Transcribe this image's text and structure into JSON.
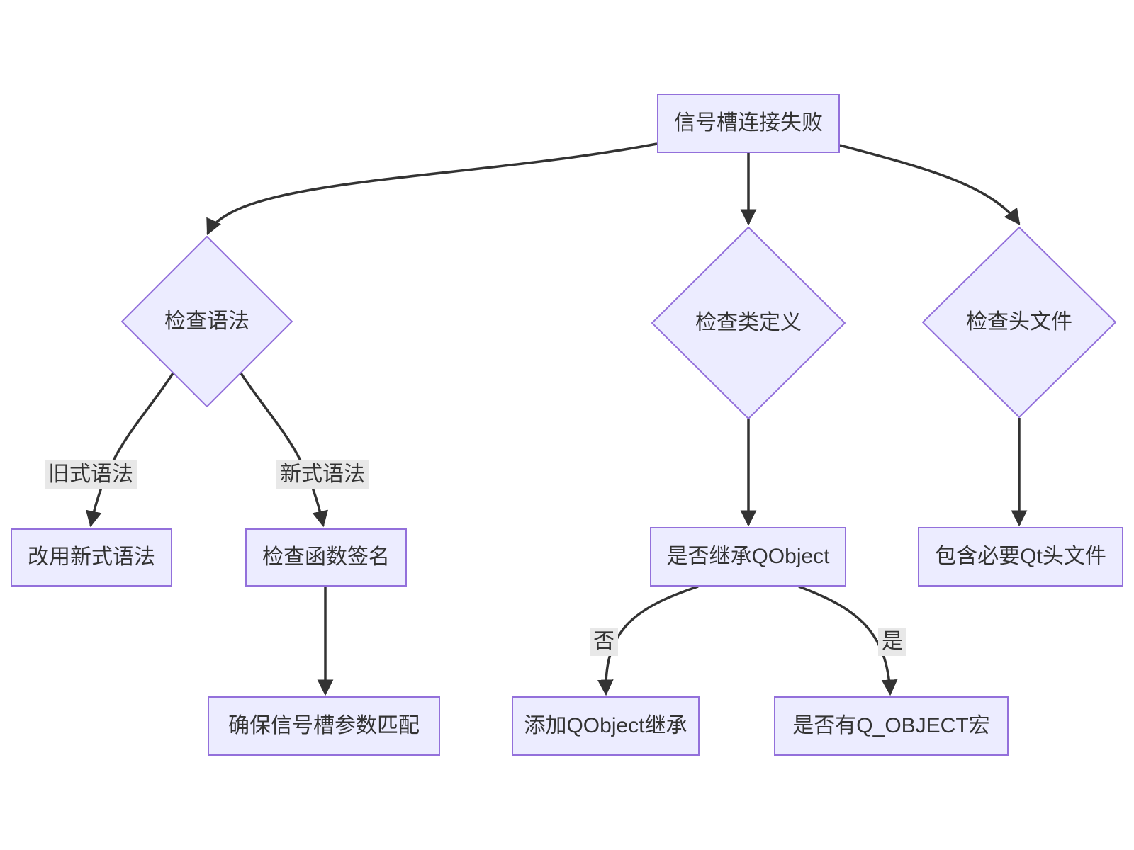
{
  "diagram": {
    "type": "flowchart",
    "direction": "top-down",
    "colors": {
      "node_fill": "#ECECFF",
      "node_border": "#9370DB",
      "edge_stroke": "#333333",
      "edge_label_bg": "#e8e8e8",
      "text": "#333333",
      "background": "#ffffff"
    },
    "nodes": [
      {
        "id": "root",
        "shape": "rect",
        "label": "信号槽连接失败"
      },
      {
        "id": "check-syntax",
        "shape": "diamond",
        "label": "检查语法"
      },
      {
        "id": "check-class-def",
        "shape": "diamond",
        "label": "检查类定义"
      },
      {
        "id": "check-header",
        "shape": "diamond",
        "label": "检查头文件"
      },
      {
        "id": "use-new-syntax",
        "shape": "rect",
        "label": "改用新式语法"
      },
      {
        "id": "check-signature",
        "shape": "rect",
        "label": "检查函数签名"
      },
      {
        "id": "ensure-params",
        "shape": "rect",
        "label": "确保信号槽参数匹配"
      },
      {
        "id": "inherit-qobject",
        "shape": "rect",
        "label": "是否继承QObject"
      },
      {
        "id": "add-qobject",
        "shape": "rect",
        "label": "添加QObject继承"
      },
      {
        "id": "qobject-macro",
        "shape": "rect",
        "label": "是否有Q_OBJECT宏"
      },
      {
        "id": "include-headers",
        "shape": "rect",
        "label": "包含必要Qt头文件"
      }
    ],
    "edges": [
      {
        "from": "root",
        "to": "check-syntax",
        "label": ""
      },
      {
        "from": "root",
        "to": "check-class-def",
        "label": ""
      },
      {
        "from": "root",
        "to": "check-header",
        "label": ""
      },
      {
        "from": "check-syntax",
        "to": "use-new-syntax",
        "label": "旧式语法"
      },
      {
        "from": "check-syntax",
        "to": "check-signature",
        "label": "新式语法"
      },
      {
        "from": "check-signature",
        "to": "ensure-params",
        "label": ""
      },
      {
        "from": "check-class-def",
        "to": "inherit-qobject",
        "label": ""
      },
      {
        "from": "inherit-qobject",
        "to": "add-qobject",
        "label": "否"
      },
      {
        "from": "inherit-qobject",
        "to": "qobject-macro",
        "label": "是"
      },
      {
        "from": "check-header",
        "to": "include-headers",
        "label": ""
      }
    ]
  }
}
